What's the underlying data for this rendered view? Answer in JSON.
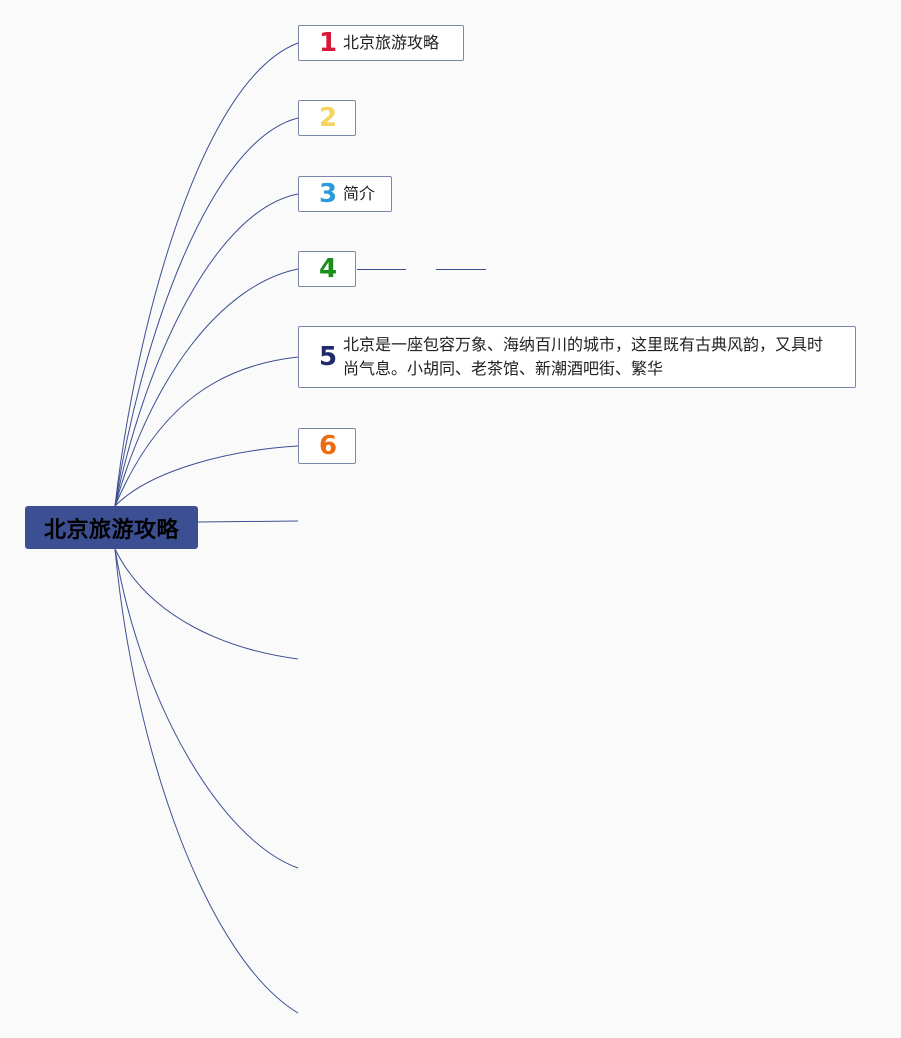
{
  "root": {
    "title": "北京旅游攻略"
  },
  "colors": {
    "root_fill": "#3d4f93",
    "line": "#3d4f93",
    "node_border": "#7c86a8"
  },
  "branches": [
    {
      "badge": "1",
      "badge_color": "#d8173a",
      "text": "北京旅游攻略"
    },
    {
      "badge": "2",
      "badge_color": "#f4d35e",
      "text": ""
    },
    {
      "badge": "3",
      "badge_color": "#2e9ad8",
      "text": "简介"
    },
    {
      "badge": "4",
      "badge_color": "#1a8f1a",
      "text": ""
    },
    {
      "badge": "5",
      "badge_color": "#1f2a6b",
      "text": "北京是一座包容万象、海纳百川的城市，这里既有古典风韵，又具时尚气息。小胡同、老茶馆、新潮酒吧街、繁华"
    },
    {
      "badge": "6",
      "badge_color": "#ee6a0d",
      "text": ""
    }
  ]
}
